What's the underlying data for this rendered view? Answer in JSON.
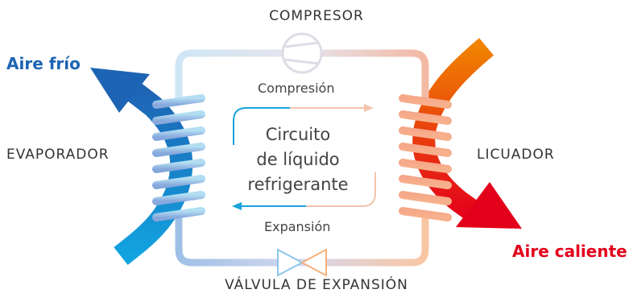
{
  "labels": {
    "compressor": "COMPRESOR",
    "compression": "Compresión",
    "cold_air": "Aire frío",
    "evaporator": "EVAPORADOR",
    "circuit_line1": "Circuito",
    "circuit_line2": "de líquido",
    "circuit_line3": "refrigerante",
    "condenser": "LICUADOR",
    "expansion": "Expansión",
    "hot_air": "Aire caliente",
    "valve": "VÁLVULA DE EXPANSIÓN"
  },
  "colors": {
    "cold_dark": "#1e64b4",
    "cold_light": "#a8d8f0",
    "hot_red": "#e3001b",
    "hot_orange": "#f08200",
    "hot_light": "#f5b08a",
    "pipe_top": "#d8dce8",
    "arrow_blue": "#1aa3dd"
  }
}
